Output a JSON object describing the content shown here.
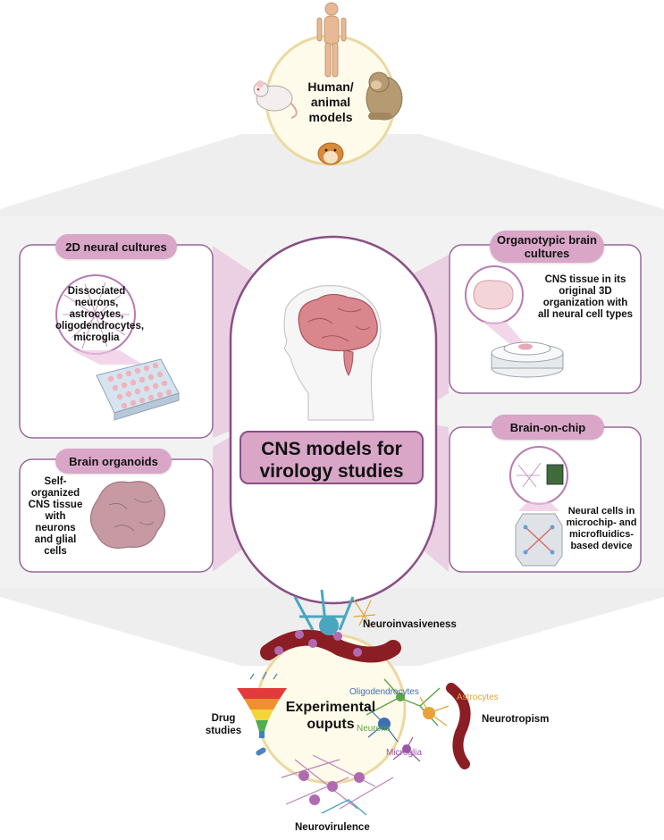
{
  "top": {
    "label_line1": "Human/",
    "label_line2": "animal",
    "label_line3": "models"
  },
  "center": {
    "title_line1": "CNS models for",
    "title_line2": "virology studies"
  },
  "panels": {
    "neural_2d": {
      "title": "2D neural cultures",
      "desc": [
        "Dissociated",
        "neurons,",
        "astrocytes,",
        "oligodendrocytes,",
        "microglia"
      ]
    },
    "organotypic": {
      "title_line1": "Organotypic brain",
      "title_line2": "cultures",
      "desc": [
        "CNS tissue in its",
        "original 3D",
        "organization with",
        "all neural cell types"
      ]
    },
    "organoids": {
      "title": "Brain organoids",
      "desc": [
        "Self-",
        "organized",
        "CNS tissue",
        "with neurons",
        "and glial cells"
      ]
    },
    "chip": {
      "title": "Brain-on-chip",
      "desc": [
        "Neural cells in",
        "microchip- and",
        "microfluidics-",
        "based device"
      ]
    }
  },
  "bottom": {
    "title_line1": "Experimental",
    "title_line2": "ouputs",
    "neuroinvasiveness": "Neuroinvasiveness",
    "neurotropism": "Neurotropism",
    "neurovirulence": "Neurovirulence",
    "drug_line1": "Drug",
    "drug_line2": "studies",
    "oligodendrocytes": "Oligodendrocytes",
    "astrocytes": "Astrocytes",
    "neurons": "Neurons",
    "microglia": "Microglia"
  },
  "colors": {
    "pink": "#d9a6c8",
    "pink_fade": "#ead0e2",
    "purple": "#8a4f86",
    "yellow_border": "#ecd9a0",
    "cream": "#fffbea",
    "gray_band": "#eeeeee",
    "oligodendrocytes": "#3b6fb6",
    "astrocytes": "#e8a23a",
    "neurons": "#5aa545",
    "microglia": "#9b57a6"
  }
}
